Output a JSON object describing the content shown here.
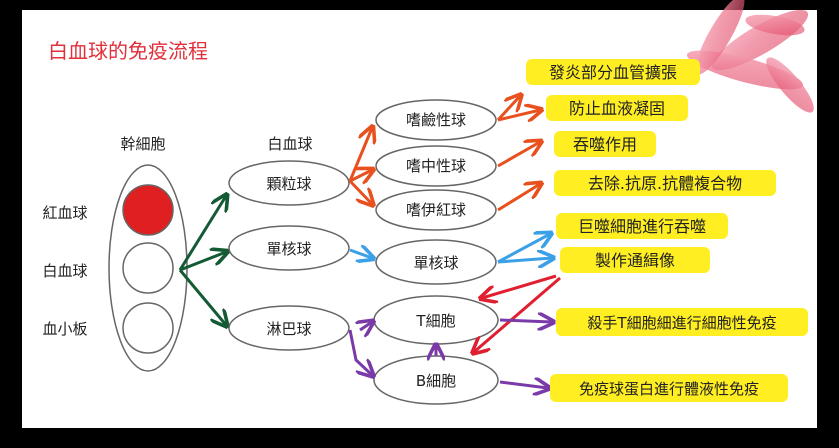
{
  "title": "白血球的免疫流程",
  "column_headers": {
    "stem_cell": "幹細胞",
    "wbc": "白血球"
  },
  "left_labels": {
    "rbc": "紅血球",
    "wbc": "白血球",
    "platelet": "血小板"
  },
  "wbc_types": {
    "granulocyte": "顆粒球",
    "monocyte": "單核球",
    "lymphocyte": "淋巴球"
  },
  "cells": {
    "basophil": "嗜鹼性球",
    "neutrophil": "嗜中性球",
    "eosinophil": "嗜伊紅球",
    "monocyte": "單核球",
    "t_cell": "T細胞",
    "b_cell": "B細胞"
  },
  "functions": {
    "f1": "發炎部分血管擴張",
    "f2": "防止血液凝固",
    "f3": "吞噬作用",
    "f4": "去除.抗原.抗體複合物",
    "f5": "巨噬細胞進行吞噬",
    "f6": "製作通緝像",
    "f7": "殺手T細胞細進行細胞性免疫",
    "f8": "免疫球蛋白進行體液性免疫"
  },
  "colors": {
    "title": "#e0303a",
    "orange_arrow": "#e8501e",
    "green_arrow": "#145a35",
    "blue_arrow": "#3aa0e8",
    "red_arrow": "#e02030",
    "purple_arrow": "#7a3aa8",
    "highlight": "#ffee22",
    "rbc_fill": "#e02020",
    "outline": "#666666"
  }
}
